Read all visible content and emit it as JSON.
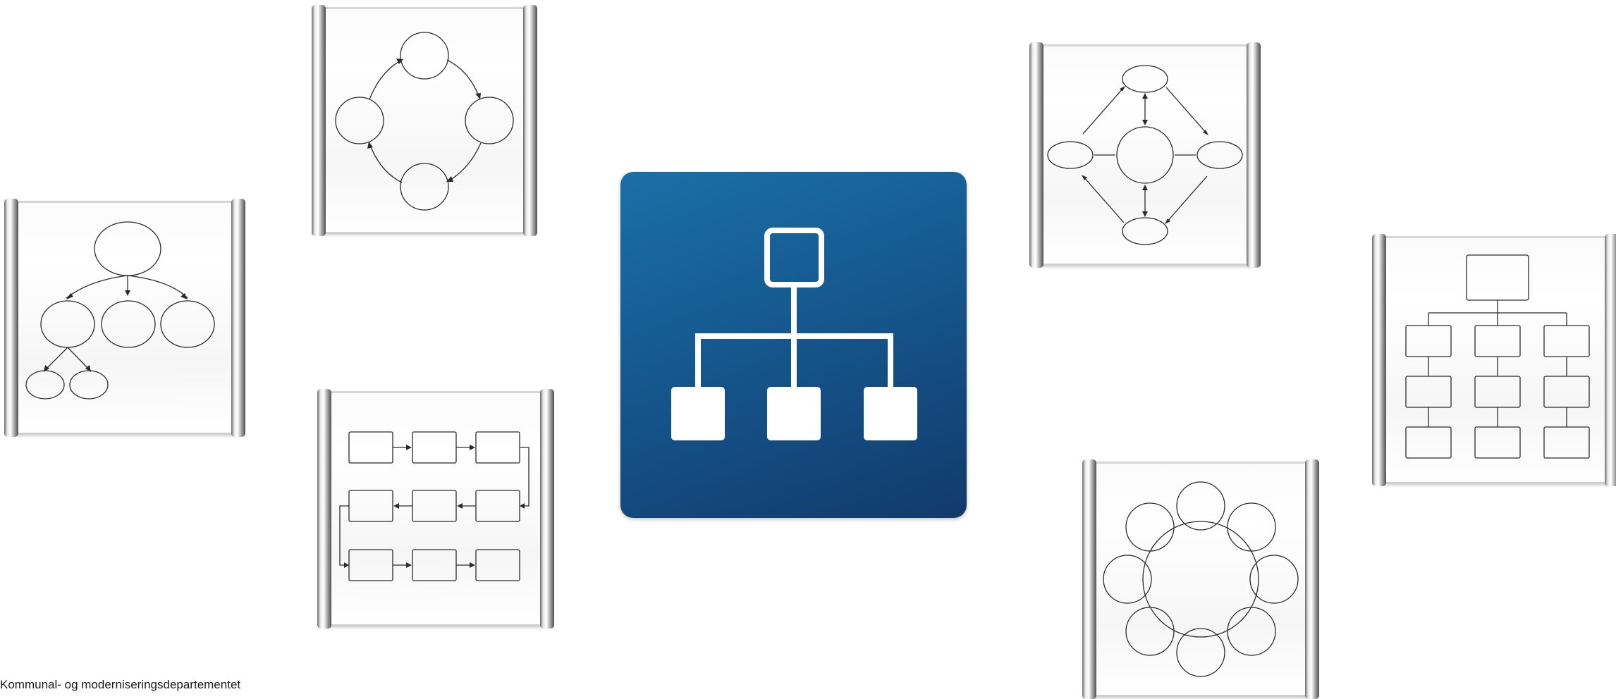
{
  "footer": {
    "text": "Kommunal- og moderniseringsdepartementet"
  },
  "colors": {
    "centerpiece_top": "#1a70a7",
    "centerpiece_bottom": "#123a6b",
    "centerpiece_icon": "#ffffff",
    "sketch_stroke": "#2a2a2a"
  },
  "boards": [
    {
      "name": "tree-diagram",
      "icon": "hierarchy-tree-sketch"
    },
    {
      "name": "cycle-diagram",
      "icon": "cycle-sketch"
    },
    {
      "name": "process-flow",
      "icon": "process-flow-sketch"
    },
    {
      "name": "hub-diagram",
      "icon": "hub-spoke-sketch"
    },
    {
      "name": "org-chart",
      "icon": "org-chart-sketch"
    },
    {
      "name": "circle-ring",
      "icon": "ring-of-circles-sketch"
    }
  ],
  "centerpiece": {
    "icon": "org-chart-icon"
  }
}
